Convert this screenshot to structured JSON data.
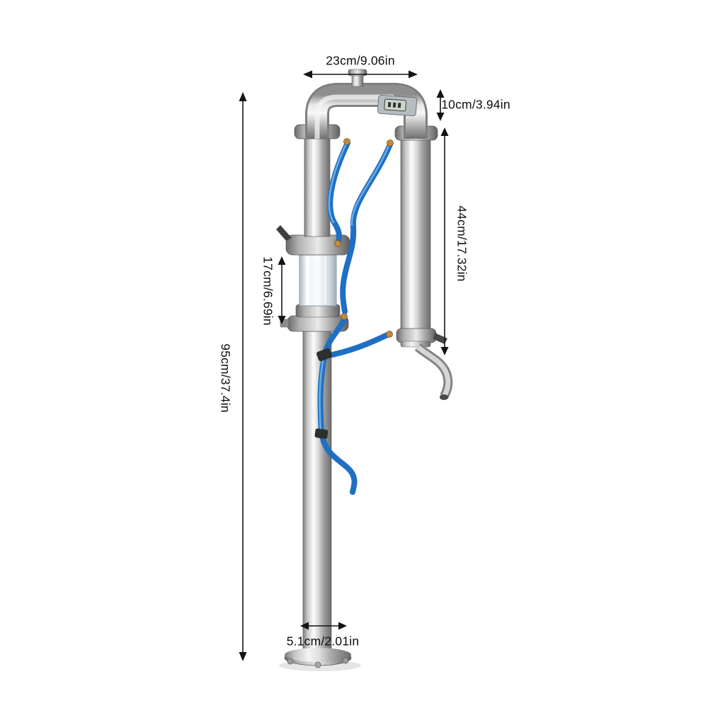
{
  "page": {
    "background": "#ffffff",
    "description": "Stainless steel distillation column with dimension annotations"
  },
  "dimensions": {
    "top_width": "23cm/9.06in",
    "head_height": "10cm/3.94in",
    "condenser_length": "44cm/17.32in",
    "sight_glass_length": "17cm/6.69in",
    "total_height": "95cm/37.4in",
    "pipe_diameter": "5.1cm/2.01in"
  },
  "colors": {
    "arrow": "#141414",
    "hose_blue": "#1f6fc4",
    "hose_highlight": "#7db8e8",
    "brass": "#c08a3e",
    "steel_light": "#f4f4f4",
    "steel_dark": "#6b6b6b",
    "glass": "#fafdfe",
    "lcd": "#cdd6c8"
  }
}
